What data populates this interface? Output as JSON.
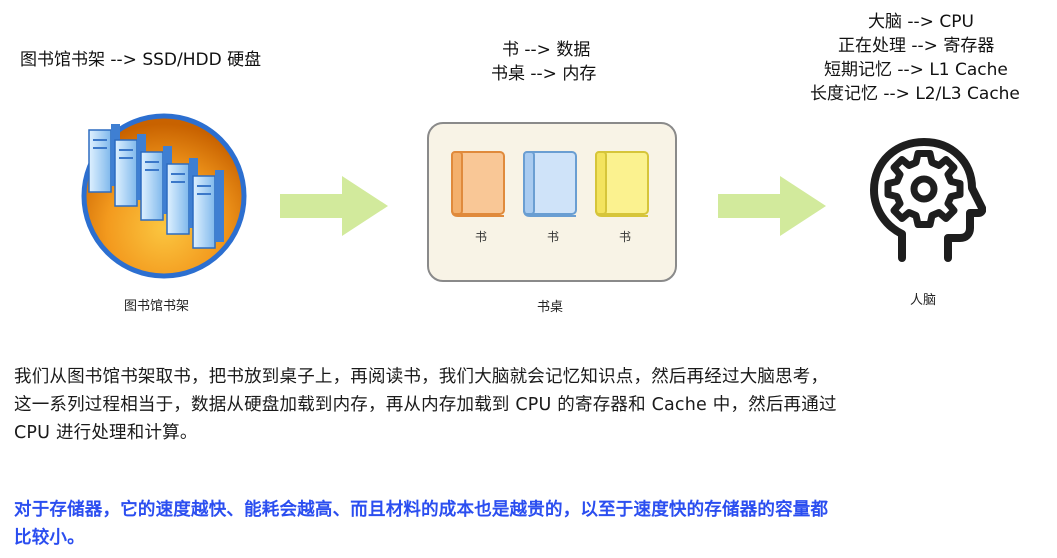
{
  "diagram": {
    "library": {
      "top_label": "图书馆书架 --> SSD/HDD 硬盘",
      "caption": "图书馆书架"
    },
    "desk": {
      "top_lines": [
        "书 --> 数据",
        "书桌 --> 内存"
      ],
      "caption": "书桌",
      "books": [
        {
          "label": "书",
          "fill": "#f9c796",
          "stroke": "#e08a3c"
        },
        {
          "label": "书",
          "fill": "#cfe3f9",
          "stroke": "#6a9ed2"
        },
        {
          "label": "书",
          "fill": "#fbf28f",
          "stroke": "#d6c53a"
        }
      ]
    },
    "brain": {
      "top_lines": [
        "大脑 --> CPU",
        "正在处理 --> 寄存器",
        "短期记忆 --> L1 Cache",
        "长度记忆 --> L2/L3 Cache"
      ],
      "caption": "人脑"
    },
    "arrow_color": "#d2ea9c"
  },
  "paragraphs": {
    "p1_lines": [
      "我们从图书馆书架取书，把书放到桌子上，再阅读书，我们大脑就会记忆知识点，然后再经过大脑思考，",
      "这一系列过程相当于，数据从硬盘加载到内存，再从内存加载到 CPU 的寄存器和 Cache 中，然后再通过",
      "CPU 进行处理和计算。"
    ],
    "p2_lines": [
      "对于存储器，它的速度越快、能耗会越高、而且材料的成本也是越贵的，以至于速度快的存储器的容量都",
      "比较小。"
    ],
    "highlight_color": "#2b4ef0"
  }
}
